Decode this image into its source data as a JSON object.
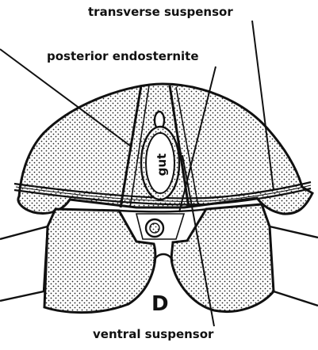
{
  "labels": {
    "transverse_suspensor": "transverse suspensor",
    "posterior_endosternite": "posterior endosternite",
    "ventral_suspensor": "ventral suspensor",
    "gut": "gut",
    "panel_letter": "D"
  }
}
